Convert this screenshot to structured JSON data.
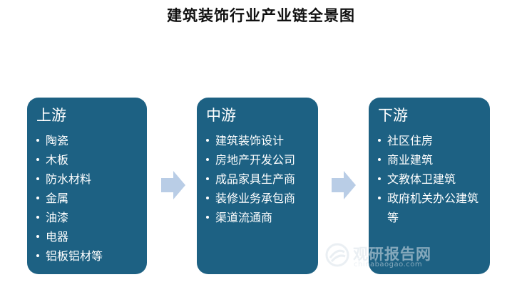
{
  "title": "建筑装饰行业产业链全景图",
  "stages": [
    {
      "heading": "上游",
      "items": [
        "陶瓷",
        "木板",
        "防水材料",
        "金属",
        "油漆",
        "电器",
        "铝板铝材等"
      ]
    },
    {
      "heading": "中游",
      "items": [
        "建筑装饰设计",
        "房地产开发公司",
        "成品家具生产商",
        "装修业务承包商",
        "渠道流通商"
      ]
    },
    {
      "heading": "下游",
      "items": [
        "社区住房",
        "商业建筑",
        "文教体卫建筑",
        "政府机关办公建筑等"
      ]
    }
  ],
  "watermark": {
    "name": "观研报告网",
    "url": "chinabaogao.com"
  },
  "colors": {
    "box": "#1d6183",
    "arrow": "#b9cde6"
  }
}
